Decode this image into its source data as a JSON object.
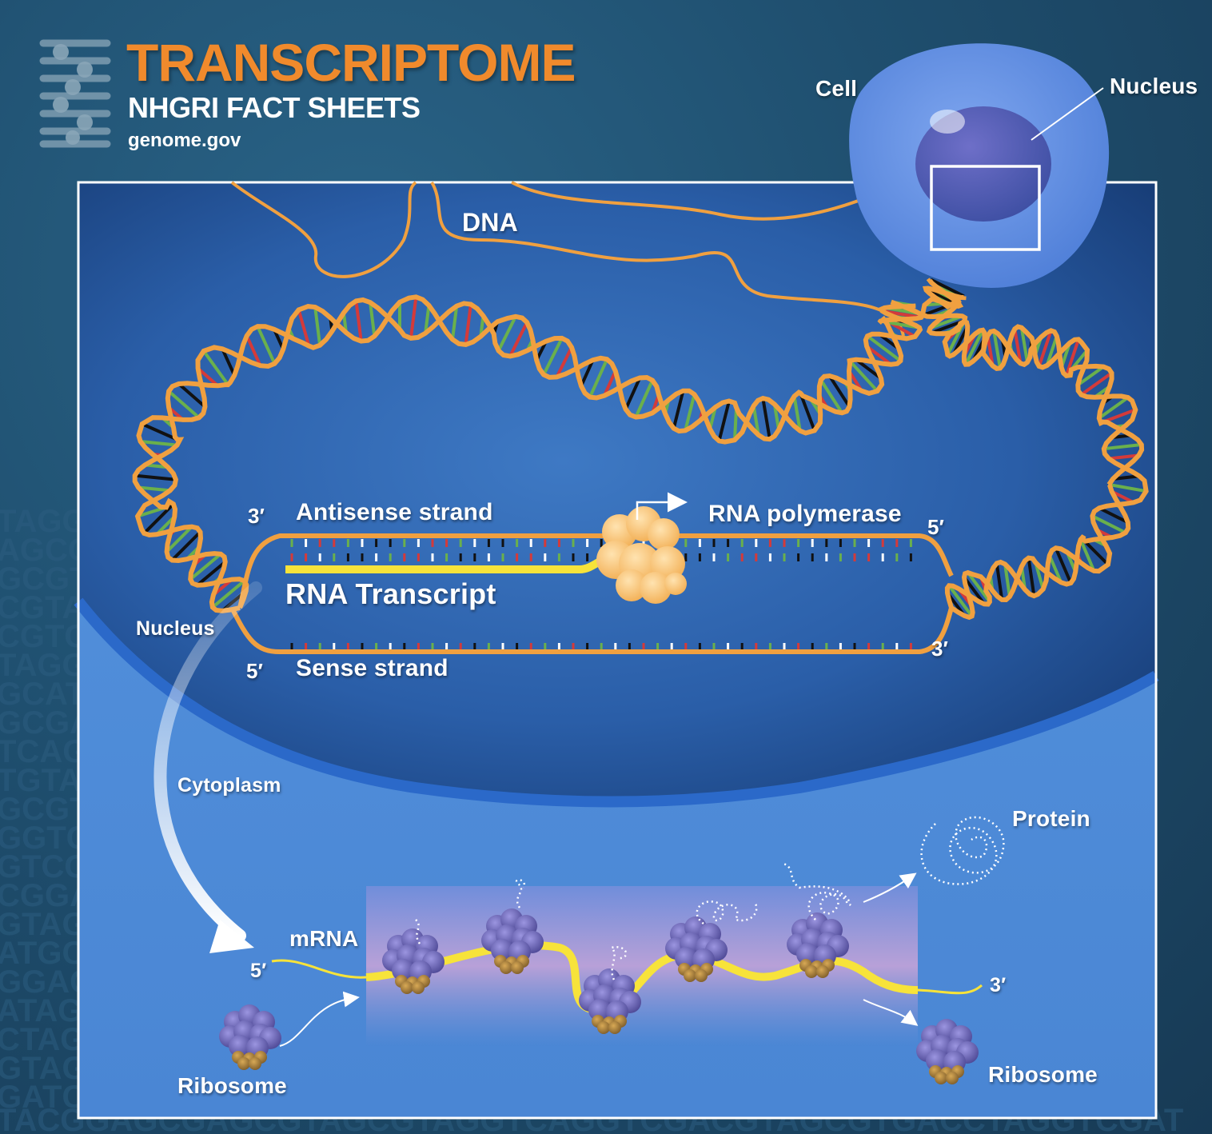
{
  "header": {
    "title": "TRANSCRIPTOME",
    "subtitle": "NHGRI FACT SHEETS",
    "site": "genome.gov"
  },
  "labels": {
    "cell": "Cell",
    "nucleus_top": "Nucleus",
    "dna": "DNA",
    "antisense_3": "3′",
    "antisense_strand": "Antisense strand",
    "rna_polymerase": "RNA polymerase",
    "antisense_5": "5′",
    "rna_transcript": "RNA Transcript",
    "nucleus_left": "Nucleus",
    "sense_3": "3′",
    "sense_5": "5′",
    "sense_strand": "Sense strand",
    "cytoplasm": "Cytoplasm",
    "protein": "Protein",
    "mrna": "mRNA",
    "mrna_5": "5′",
    "mrna_3": "3′",
    "ribosome_left": "Ribosome",
    "ribosome_right": "Ribosome"
  },
  "background_sequence": [
    "TAGG",
    "AGCG",
    "GCGT",
    "CGTA",
    "CGTGA",
    "TAGGT",
    "GCATG",
    "GCGAG",
    "TCAGG",
    "TGTATT",
    "GCGTA",
    "GGTCA",
    "GTCGA",
    "CGGAT",
    "GTAGC",
    "ATGCA",
    "GGAGT",
    "ATAGG",
    "CTAGTC",
    "GTAGC",
    "GATCG",
    "TACGGAGCGAGCGTAGCGTAGGTCAGGTCGACGTAGCGTGACCTAGGTCGAT"
  ],
  "colors": {
    "background": "#1d4a66",
    "title_orange": "#f08a2c",
    "dna_orange": "#f0a040",
    "rna_yellow": "#f7e33a",
    "nucleus_dark": "#1e4d8c",
    "cytoplasm_blue": "#4a8ad8",
    "ribosome_purple": "#5b5aa8",
    "base_green": "#6ab04c",
    "base_red": "#d43a3a",
    "base_black": "#111111",
    "base_white": "#ffffff"
  }
}
